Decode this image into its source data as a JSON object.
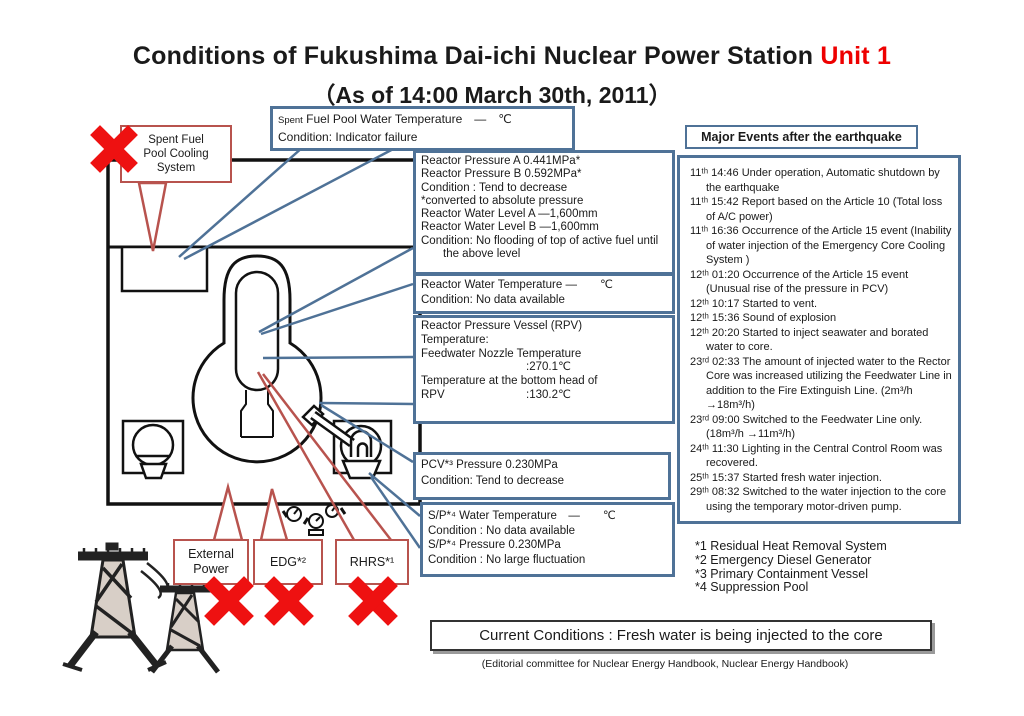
{
  "title": {
    "main": "Conditions of Fukushima Dai-ichi Nuclear Power Station",
    "unit": "Unit 1",
    "subtitle": "（As of 14:00 March 30th, 2011）"
  },
  "colors": {
    "accent_blue": "#4f7297",
    "callout_red": "#b8534e",
    "cross_red": "#ee1111",
    "unit_red": "#ee0000"
  },
  "boxes": {
    "sfp_cooling": {
      "l1": "Spent Fuel",
      "l2": "Pool Cooling",
      "l3": "System"
    },
    "sfp_temp": {
      "l1a": "Spent",
      "l1b": "Fuel Pool Water Temperature　—　℃",
      "l2": "Condition: Indicator failure"
    },
    "reactor_pressure": {
      "l1": "Reactor Pressure A  0.441MPa*",
      "l2": "Reactor Pressure B  0.592MPa*",
      "l3": "Condition : Tend to decrease",
      "l4": "*converted to absolute pressure",
      "l5": "Reactor Water Level A  —1,600mm",
      "l6": "Reactor Water Level B  —1,600mm",
      "l7": "Condition: No flooding of top of active fuel until the above level"
    },
    "rw_temp": {
      "l1": "Reactor Water Temperature —　　℃",
      "l2": "Condition: No data available"
    },
    "rpv_temp": {
      "l1": "Reactor Pressure Vessel (RPV)",
      "l2": "Temperature:",
      "l3": "Feedwater Nozzle Temperature",
      "v1": ":270.1℃",
      "l4": "Temperature at the bottom head of",
      "l5": "RPV",
      "v2": ":130.2℃"
    },
    "pcv": {
      "l1": "PCV*³  Pressure  0.230MPa",
      "l2": "Condition: Tend to decrease"
    },
    "sp": {
      "l1": "S/P*⁴  Water Temperature　—　　℃",
      "l2": "Condition : No data available",
      "l3": "S/P*⁴  Pressure 0.230MPa",
      "l4": "Condition : No large fluctuation"
    },
    "external_power": {
      "l1": "External",
      "l2": "Power"
    },
    "edg": {
      "label": "EDG*²"
    },
    "rhrs": {
      "label": "RHRS*¹"
    }
  },
  "major_events": {
    "title": "Major Events after the earthquake",
    "items": [
      "11ᵗʰ 14:46  Under operation, Automatic shutdown by the earthquake",
      "11ᵗʰ 15:42   Report based on the Article 10 (Total loss of A/C power)",
      "11ᵗʰ  16:36 Occurrence of the Article 15 event (Inability of water injection of the Emergency Core Cooling System )",
      "12ᵗʰ  01:20 Occurrence of the Article 15 event (Unusual rise of the pressure in PCV)",
      "12ᵗʰ 10:17  Started to vent.",
      "12ᵗʰ 15:36  Sound of explosion",
      "12ᵗʰ 20:20  Started to inject seawater and borated water to core.",
      "23ʳᵈ 02:33    The amount of injected water to the Rector Core was increased utilizing the Feedwater Line in addition to the Fire Extinguish Line. (2m³/h →18m³/h)",
      "23ʳᵈ 09:00    Switched to the Feedwater Line only.(18m³/h →11m³/h)",
      "24ᵗʰ 11:30 Lighting in the Central Control Room was recovered.",
      "25ᵗʰ 15:37 Started fresh water injection.",
      "29ᵗʰ 08:32 Switched to the water injection to the core using the temporary motor-driven pump."
    ]
  },
  "footnotes": [
    "*1 Residual Heat Removal System",
    "*2 Emergency Diesel Generator",
    "*3 Primary Containment Vessel",
    "*4 Suppression Pool"
  ],
  "current_conditions": "Current Conditions : Fresh water is being injected to the core",
  "credit": "(Editorial committee for Nuclear Energy Handbook, Nuclear Energy Handbook)"
}
